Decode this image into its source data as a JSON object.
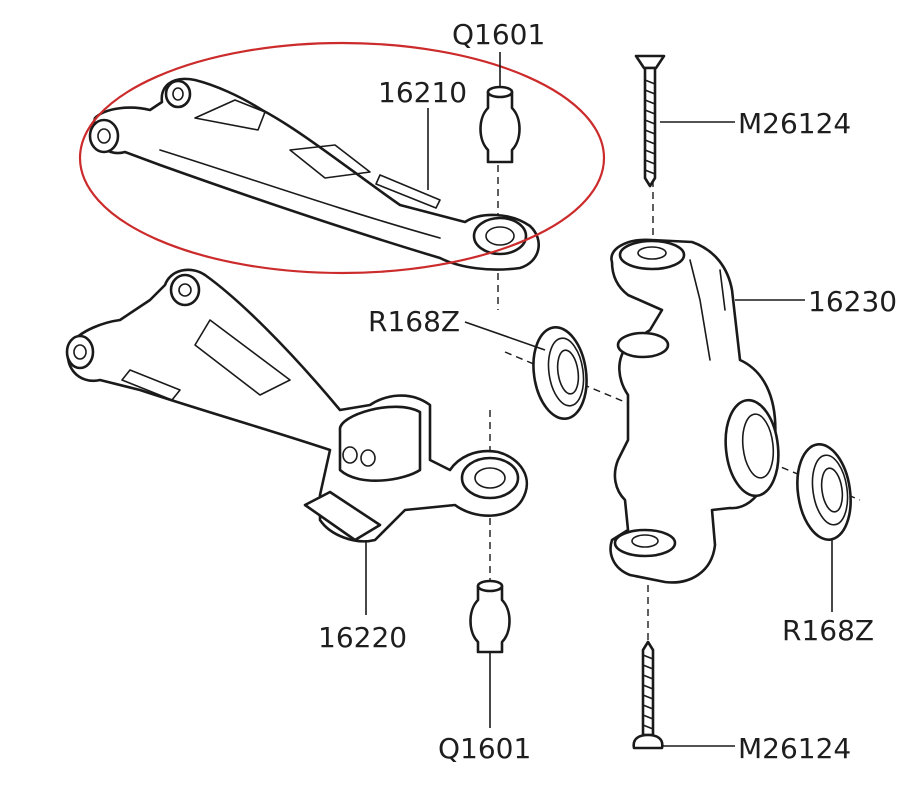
{
  "highlight_color": "#cc2b2b",
  "labels": {
    "upper_arm": "16210",
    "ball_top": "Q1601",
    "ball_bottom": "Q1601",
    "lower_arm": "16220",
    "knuckle": "16230",
    "bearing_inner": "R168Z",
    "bearing_outer": "R168Z",
    "screw_top": "M26124",
    "screw_bottom": "M26124"
  }
}
